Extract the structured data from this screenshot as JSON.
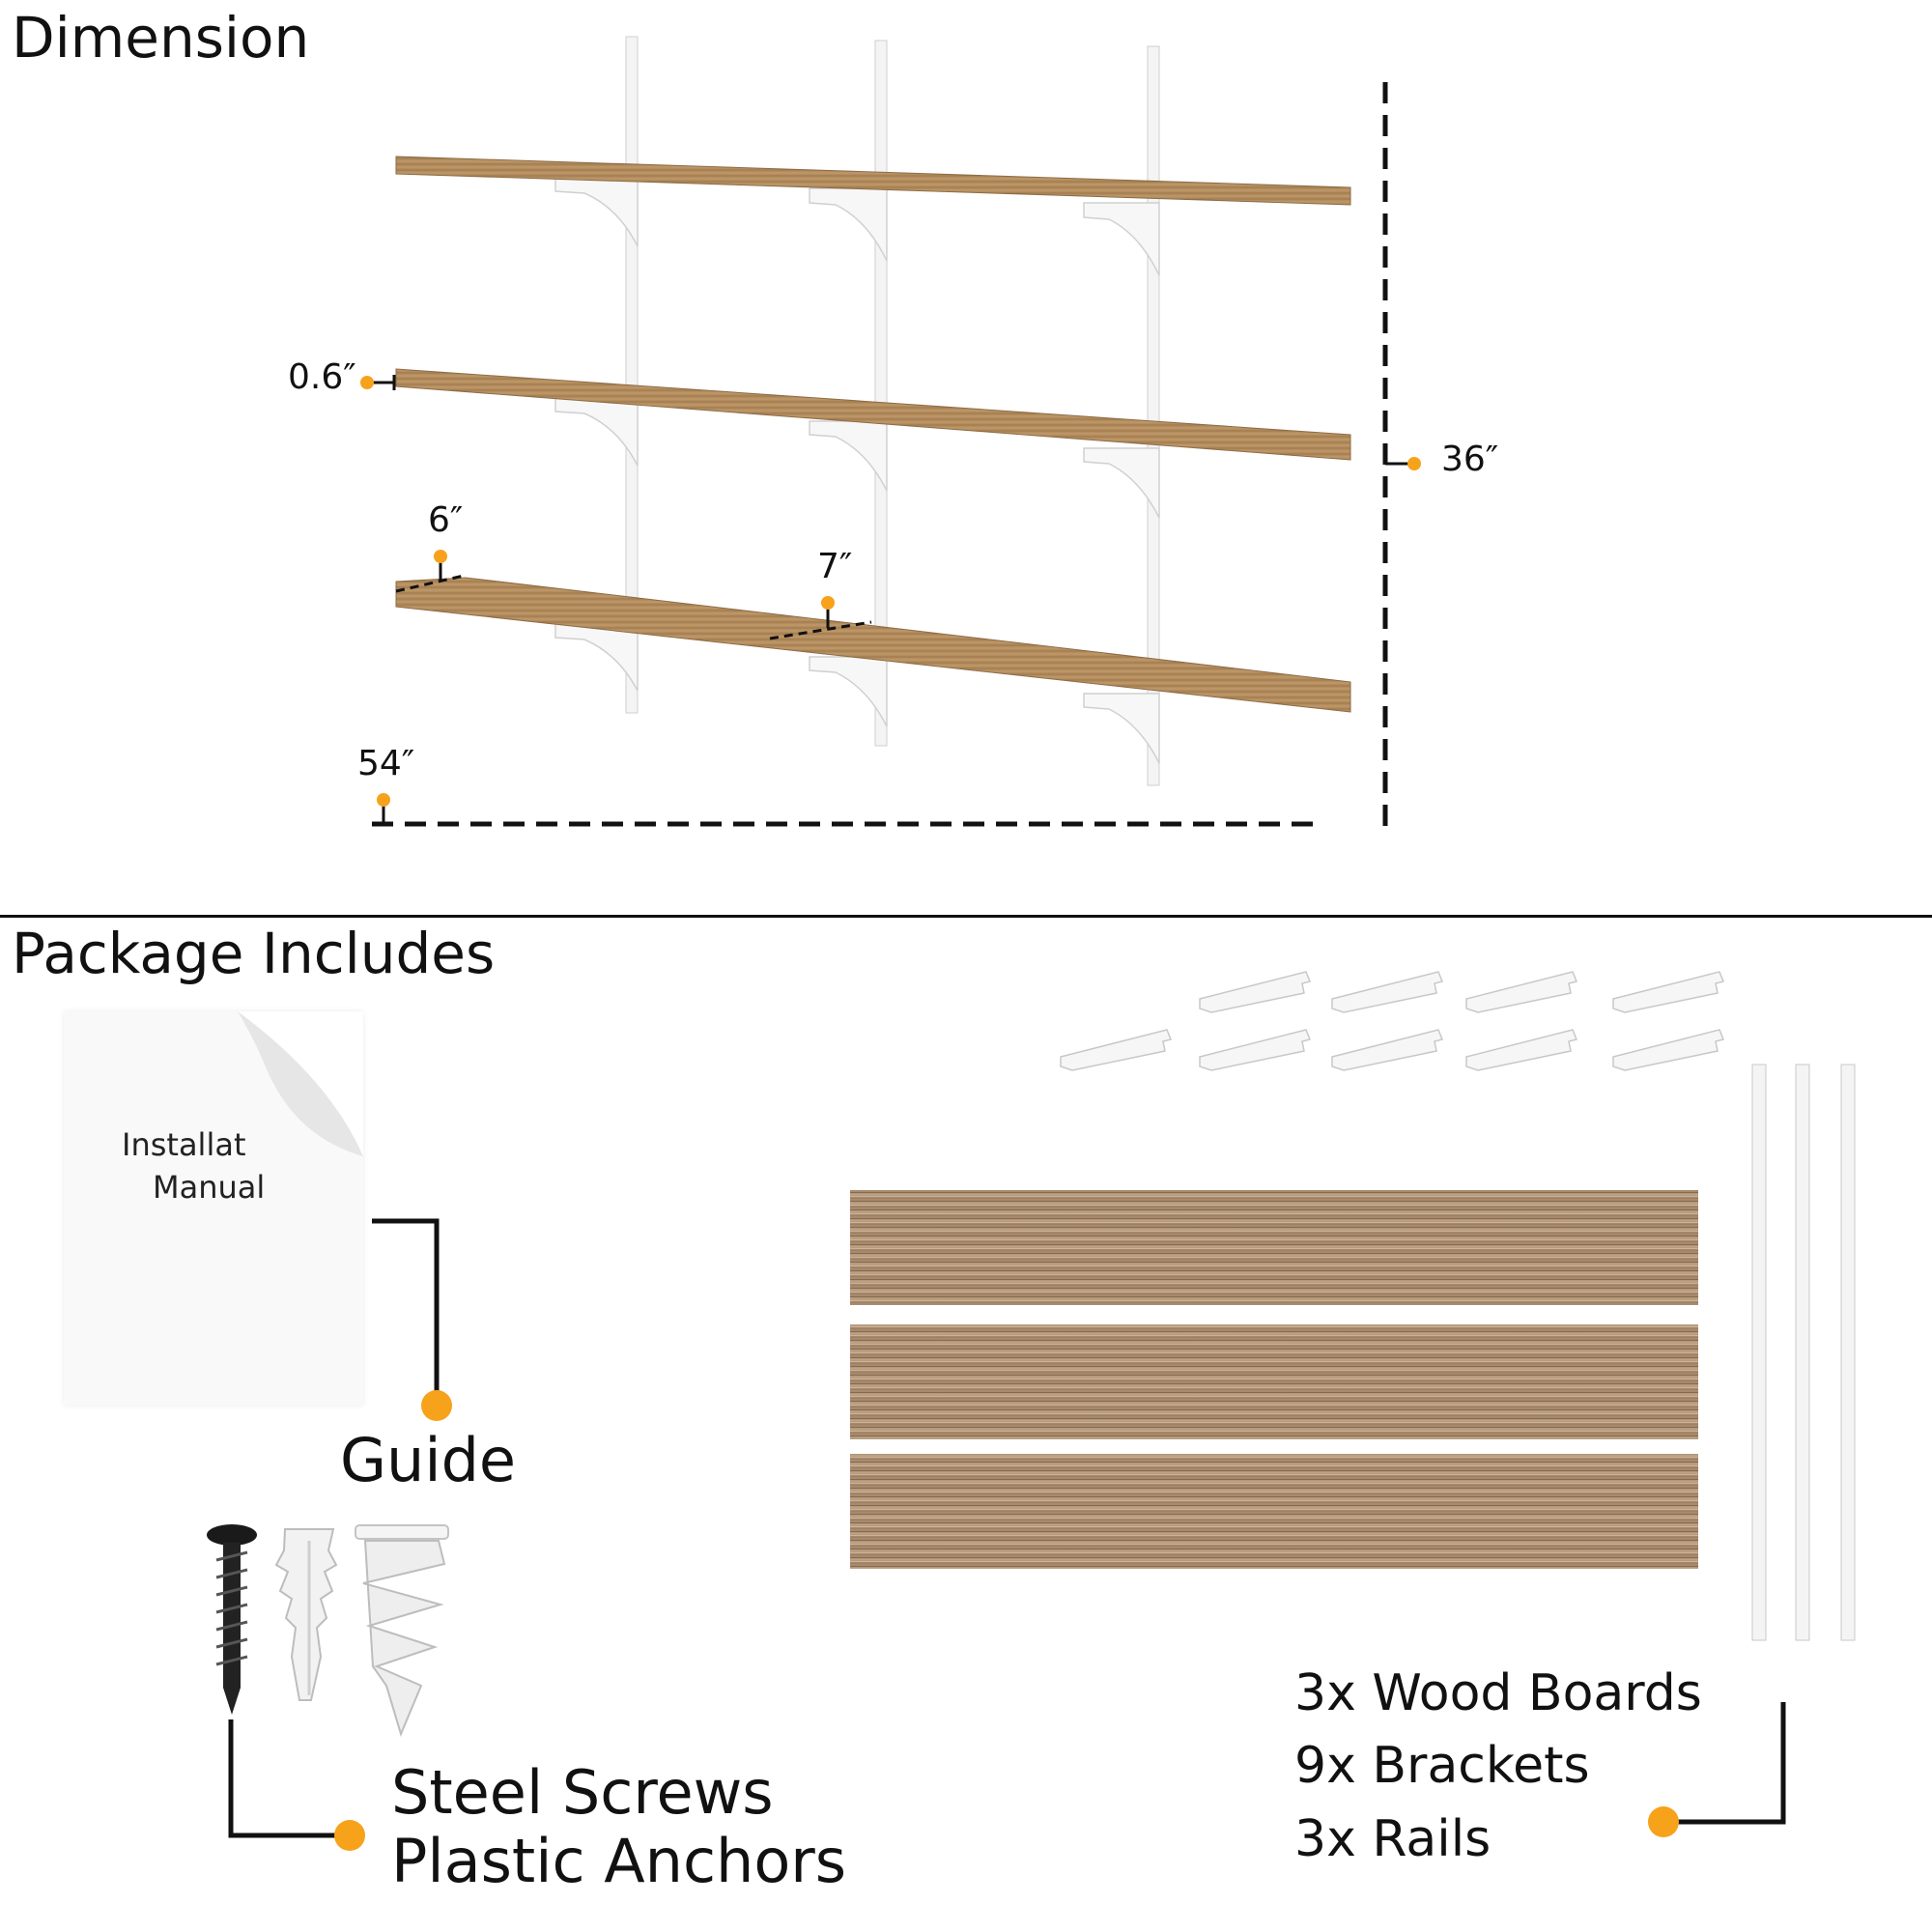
{
  "dimension": {
    "title": "Dimension",
    "labels": {
      "thickness": "0.6″",
      "depth_small": "6″",
      "depth_large": "7″",
      "height": "36″",
      "width": "54″"
    }
  },
  "package": {
    "title": "Package Includes",
    "manual_line1": "Installat",
    "manual_line2": "Manual",
    "guide_label": "Guide",
    "hardware_lines": [
      "Steel Screws",
      "Plastic Anchors"
    ],
    "contents_lines": [
      "3x Wood Boards",
      "9x Brackets",
      "3x Rails"
    ]
  },
  "colors": {
    "accent": "#f7a21b",
    "wood": "#b08a5e",
    "wood_dark": "#8a6a45",
    "line": "#111111",
    "bracket": "#f2f2f2"
  },
  "icons": [
    "screw-icon",
    "plastic-anchor-icon",
    "self-drilling-anchor-icon",
    "page-curl-icon"
  ]
}
